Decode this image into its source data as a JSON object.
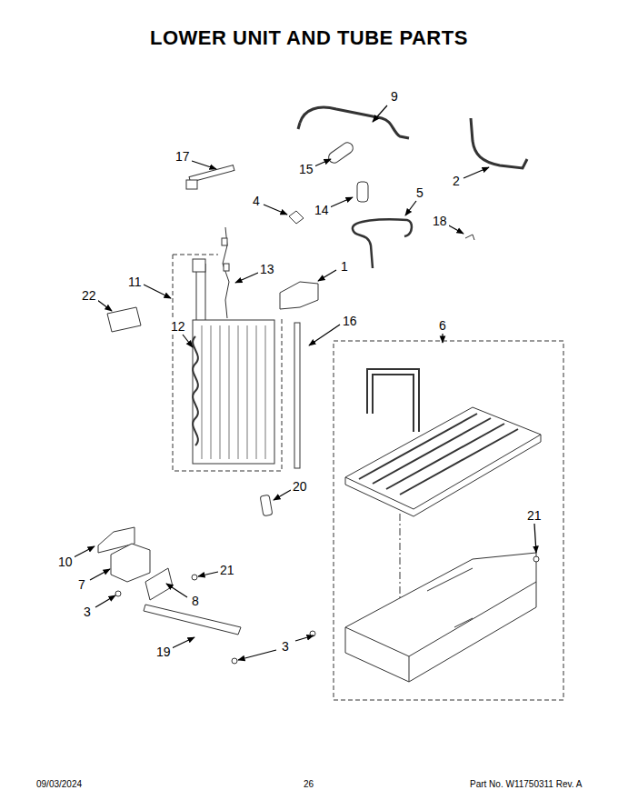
{
  "diagram": {
    "title": "LOWER UNIT AND TUBE PARTS",
    "labels": [
      "9",
      "17",
      "15",
      "2",
      "4",
      "14",
      "5",
      "18",
      "13",
      "1",
      "22",
      "11",
      "12",
      "16",
      "6",
      "20",
      "21",
      "10",
      "7",
      "21",
      "8",
      "3",
      "19",
      "3",
      "09/03/2024",
      "26",
      "Part No. W11750311 Rev. A"
    ]
  }
}
